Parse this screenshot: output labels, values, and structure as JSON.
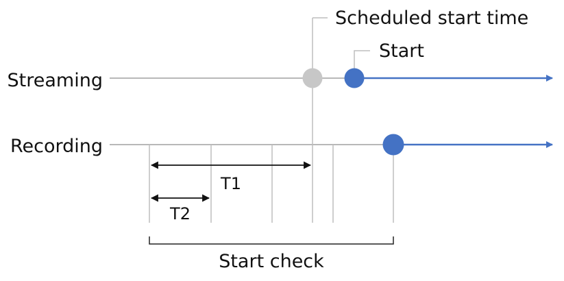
{
  "labels": {
    "streaming": "Streaming",
    "recording": "Recording",
    "scheduled_start_time": "Scheduled start time",
    "start": "Start",
    "t1": "T1",
    "t2": "T2",
    "start_check": "Start check"
  },
  "colors": {
    "line_gray": "#b8b8b8",
    "tick_gray": "#bdbdbd",
    "scheduled_marker": "#c7c7c7",
    "active_blue": "#4472c4",
    "bracket": "#222222",
    "text": "#111111"
  }
}
